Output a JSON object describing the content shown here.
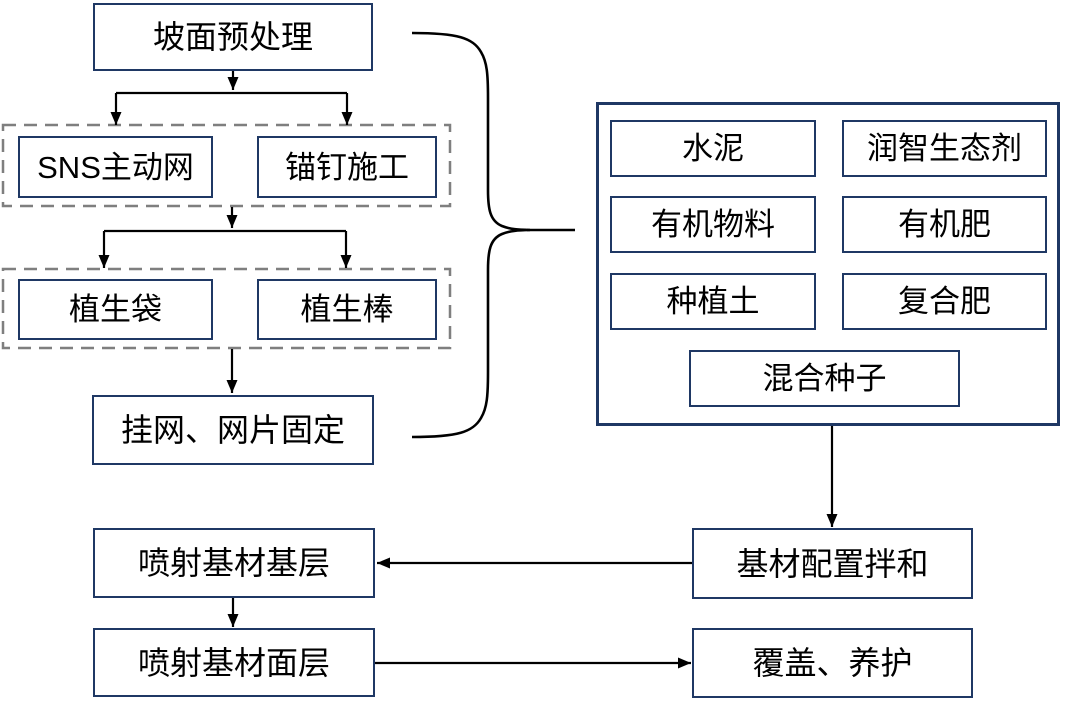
{
  "diagram": {
    "type": "flowchart",
    "background": "#ffffff",
    "colors": {
      "node_border": "#1f3864",
      "group_border": "#7f7f7f",
      "connector": "#000000",
      "text": "#000000"
    },
    "nodes": {
      "slope_pretreatment": "坡面预处理",
      "sns_active_net": "SNS主动网",
      "anchor_nail_construction": "锚钉施工",
      "vegetation_bag": "植生袋",
      "vegetation_rod": "植生棒",
      "net_hanging_fixing": "挂网、网片固定",
      "cement": "水泥",
      "runzhi_eco_agent": "润智生态剂",
      "organic_material": "有机物料",
      "organic_fertilizer": "有机肥",
      "planting_soil": "种植土",
      "compound_fertilizer": "复合肥",
      "mixed_seeds": "混合种子",
      "substrate_preparation_mixing": "基材配置拌和",
      "spray_substrate_base_layer": "喷射基材基层",
      "spray_substrate_surface_layer": "喷射基材面层",
      "cover_maintenance": "覆盖、养护"
    }
  }
}
